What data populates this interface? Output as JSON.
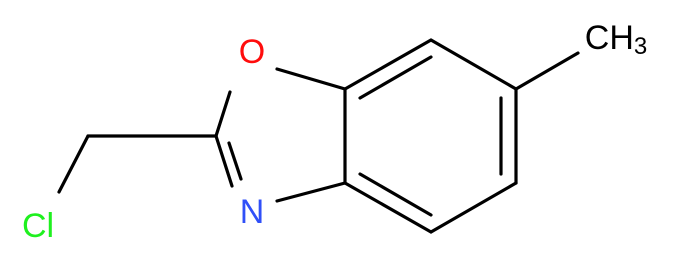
{
  "atoms": {
    "oxygen": {
      "symbol": "O",
      "color": "#ff0d0d"
    },
    "nitrogen": {
      "symbol": "N",
      "color": "#3050f8"
    },
    "chlorine": {
      "symbol": "Cl",
      "color": "#1ff01f"
    },
    "methyl": {
      "main": "CH",
      "subscript": "3",
      "color": "#000000"
    }
  },
  "bond_color": "#000000"
}
